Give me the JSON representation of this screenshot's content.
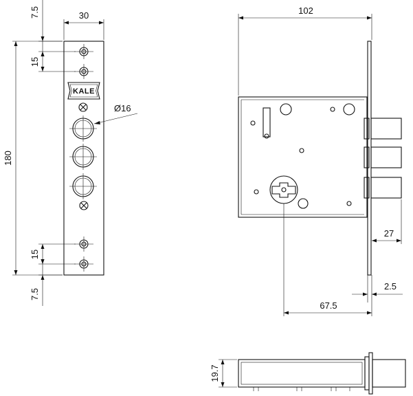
{
  "dimensions": {
    "front_top_margin": "7.5",
    "front_width": "30",
    "front_hole_spacing_top": "15",
    "front_height": "180",
    "front_hole_spacing_bottom": "15",
    "front_bottom_margin": "7.5",
    "cylinder_diameter": "Ø16",
    "case_width": "102",
    "bolt_projection": "27",
    "faceplate_thickness": "2.5",
    "backset": "67.5",
    "case_depth": "19.7"
  },
  "logo": "KALE"
}
